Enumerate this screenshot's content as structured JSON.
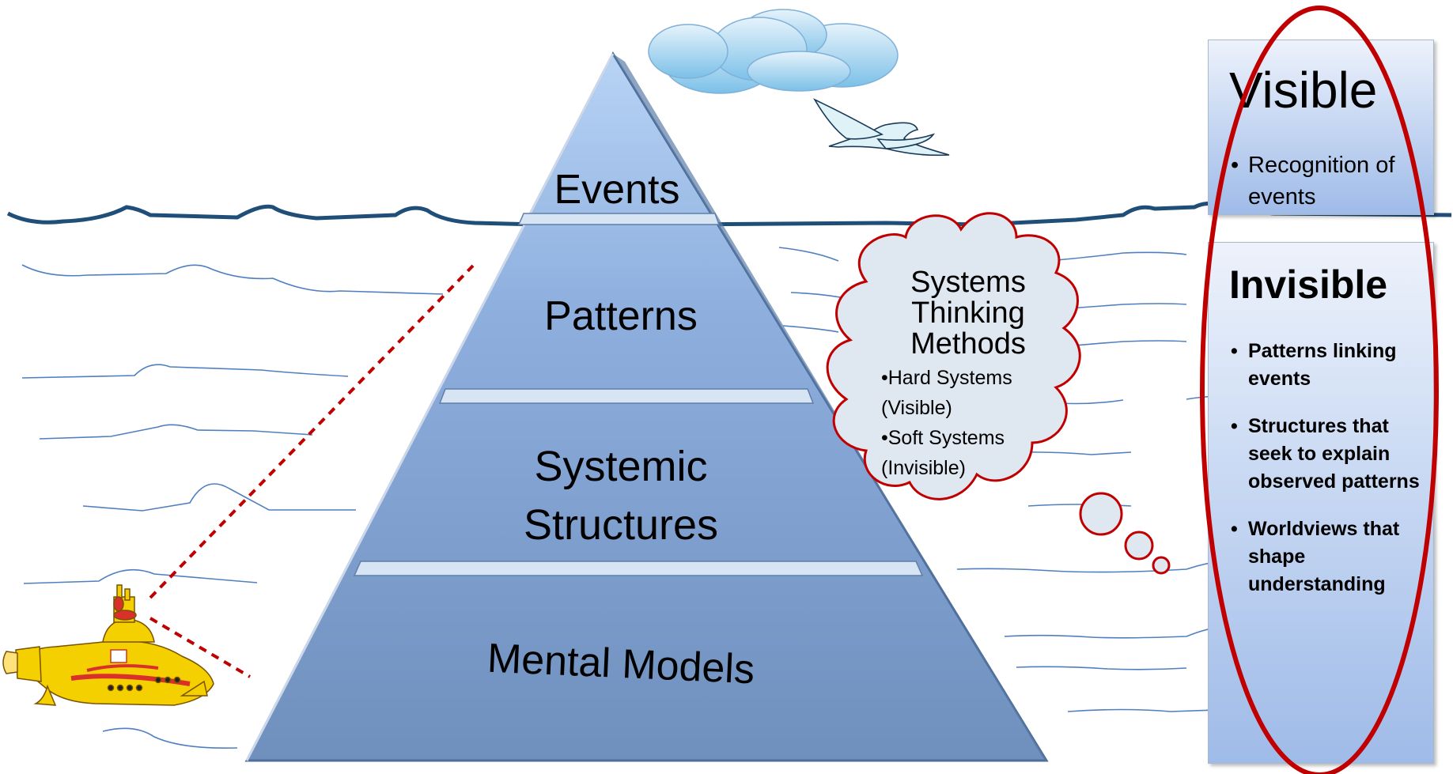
{
  "pyramid": {
    "tiers": [
      "Events",
      "Patterns",
      "Systemic Structures",
      "Mental Models"
    ]
  },
  "thought_bubble": {
    "title": "Systems Thinking Methods",
    "items": [
      "•Hard Systems (Visible)",
      "•Soft Systems (Invisible)"
    ]
  },
  "visible_panel": {
    "title": "Visible",
    "bullets": [
      "Recognition of events"
    ]
  },
  "invisible_panel": {
    "title": "Invisible",
    "bullets": [
      "Patterns linking events",
      "Structures that seek to explain observed patterns",
      "Worldviews that shape understanding"
    ]
  },
  "colors": {
    "water_line": "#1f4e79",
    "wave_lines": "#4f7fc0",
    "highlight_ring": "#c00000",
    "pyramid_top": "#a9c6ee",
    "pyramid_bottom": "#6e90bf",
    "submarine": "#f5d000"
  }
}
